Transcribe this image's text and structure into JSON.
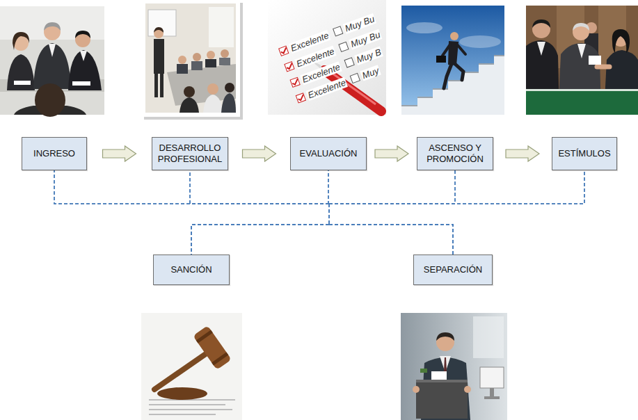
{
  "diagram": {
    "nodes": [
      {
        "text": [
          "INGRESO"
        ]
      },
      {
        "text": [
          "DESARROLLO PROFESIONAL"
        ]
      },
      {
        "text": [
          "EVALUACIÓN"
        ]
      },
      {
        "text": [
          "ASCENSO Y PROMOCIÓN"
        ]
      },
      {
        "text": [
          "ESTÍMULOS"
        ]
      },
      {
        "text": [
          "SANCIÓN"
        ]
      },
      {
        "text": [
          "SEPARACIÓN"
        ]
      }
    ],
    "edges": [
      {
        "from": 0,
        "to": 1,
        "arrow": "to"
      },
      {
        "from": 1,
        "to": 2,
        "arrow": "to"
      },
      {
        "from": 2,
        "to": 3,
        "arrow": "to"
      },
      {
        "from": 3,
        "to": 4,
        "arrow": "to"
      },
      {
        "from": 0,
        "to": 5,
        "arrow": "none"
      },
      {
        "from": 0,
        "to": 6,
        "arrow": "none"
      },
      {
        "from": 1,
        "to": 5,
        "arrow": "none"
      },
      {
        "from": 1,
        "to": 6,
        "arrow": "none"
      },
      {
        "from": 2,
        "to": 5,
        "arrow": "none"
      },
      {
        "from": 2,
        "to": 6,
        "arrow": "none"
      },
      {
        "from": 3,
        "to": 5,
        "arrow": "none"
      },
      {
        "from": 3,
        "to": 6,
        "arrow": "none"
      },
      {
        "from": 4,
        "to": 5,
        "arrow": "none"
      },
      {
        "from": 4,
        "to": 6,
        "arrow": "none"
      }
    ],
    "labels": [
      "Excelente",
      "Muy Bu",
      "Excelente",
      "Muy Bu",
      "Excelente",
      "Muy B",
      "Excelente",
      "Muy"
    ]
  }
}
